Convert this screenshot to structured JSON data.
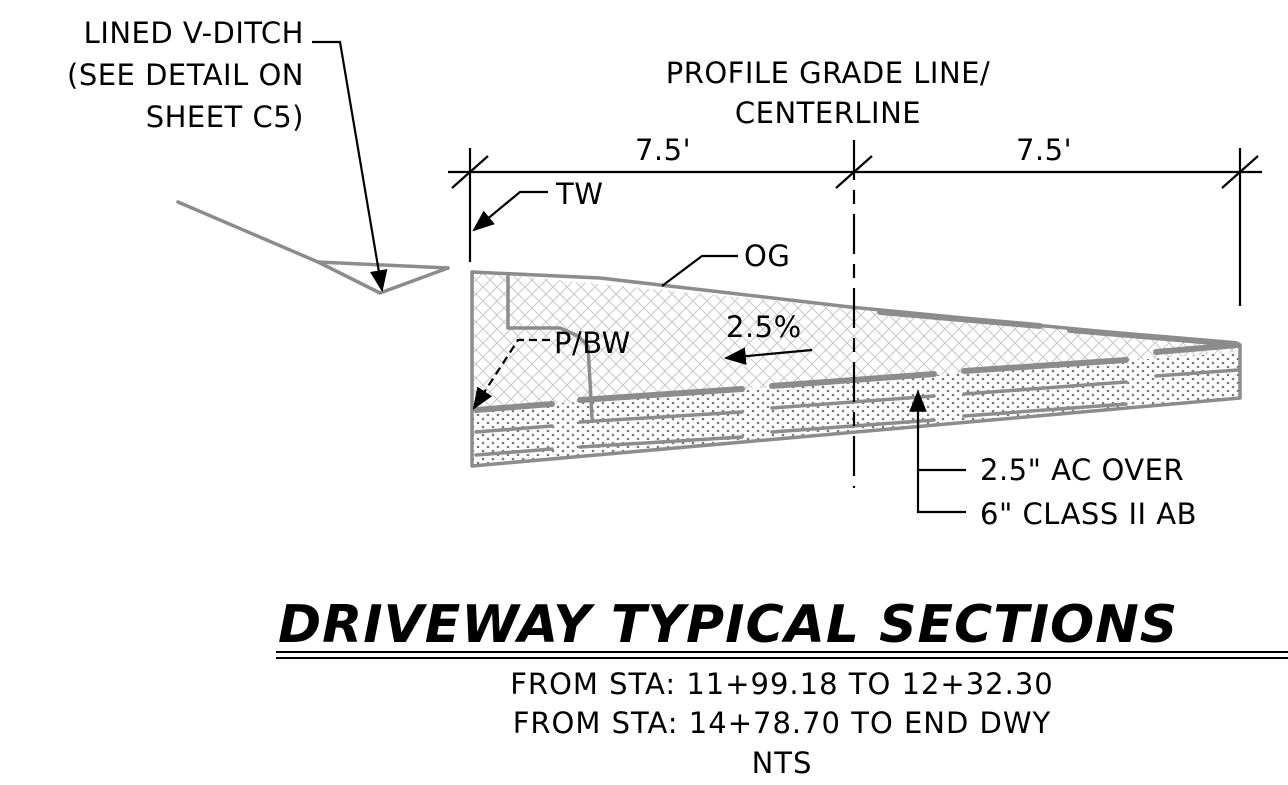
{
  "labels": {
    "ditch_line1": "LINED V-DITCH",
    "ditch_line2": "(SEE DETAIL ON",
    "ditch_line3": "SHEET C5)",
    "pgl_line1": "PROFILE GRADE LINE/",
    "pgl_line2": "CENTERLINE",
    "dim_left": "7.5'",
    "dim_right": "7.5'",
    "tw": "TW",
    "og": "OG",
    "slope": "2.5%",
    "pbw": "P/BW",
    "pavement_line1": "2.5\" AC OVER",
    "pavement_line2": "6\" CLASS II AB"
  },
  "title": {
    "main": "DRIVEWAY TYPICAL SECTIONS",
    "line1": "FROM STA: 11+99.18 TO 12+32.30",
    "line2": "FROM STA: 14+78.70 TO END DWY",
    "line3": "NTS"
  },
  "colors": {
    "linework": "#000000",
    "section_gray": "#8c8c8c",
    "hatch_gray": "#c8c8c8"
  }
}
